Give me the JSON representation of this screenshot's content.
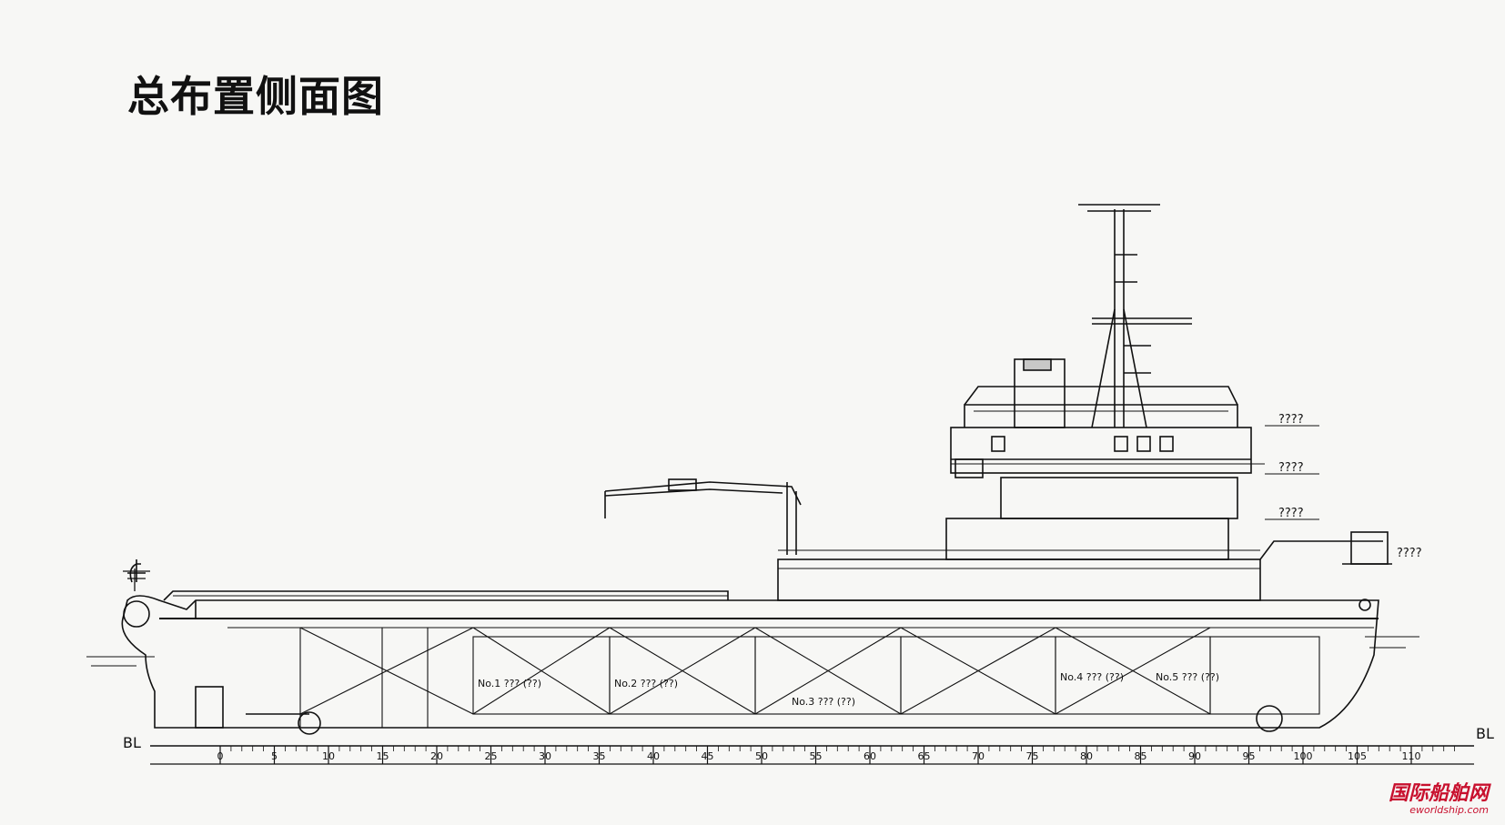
{
  "title": "总布置侧面图",
  "baseline_label": "BL",
  "frame_scale": {
    "labels": [
      "0",
      "5",
      "10",
      "15",
      "20",
      "25",
      "30",
      "35",
      "40",
      "45",
      "50",
      "55",
      "60",
      "65",
      "70",
      "75",
      "80",
      "85",
      "90",
      "95",
      "100",
      "105",
      "110"
    ]
  },
  "deck_level_labels": [
    "????",
    "????",
    "????",
    "????"
  ],
  "compartment_labels": [
    "No.1 ??? (??)",
    "No.2 ??? (??)",
    "No.3 ??? (??)",
    "No.4 ??? (??)",
    "No.5 ??? (??)"
  ],
  "watermark": {
    "main": "国际船舶网",
    "sub": "eworldship.com"
  },
  "colors": {
    "line": "#111111",
    "paper": "#f7f7f5",
    "watermark": "#c8102e"
  }
}
